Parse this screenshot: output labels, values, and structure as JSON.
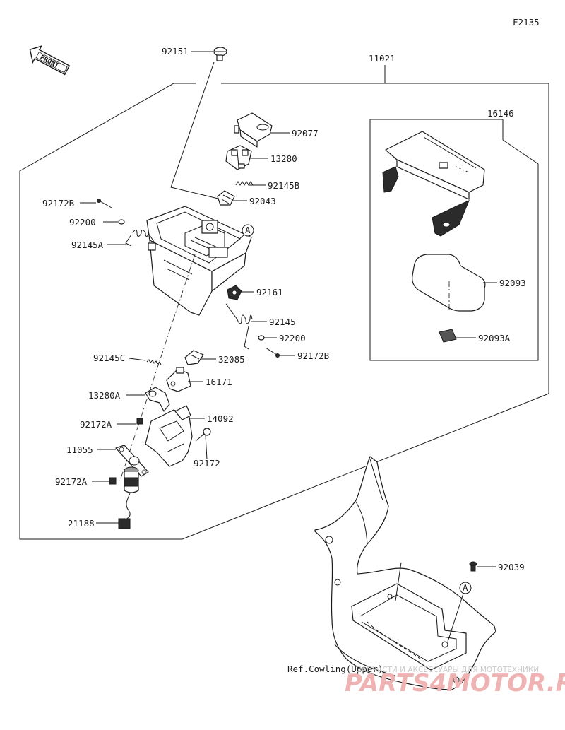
{
  "figure_code": "F2135",
  "front_label": "FRONT",
  "assembly_number": "11021",
  "sub_assembly_number": "16146",
  "reference_note": "Ref.Cowling(Upper)",
  "callout_letter": "A",
  "watermark": {
    "line1": "ЗАПЧАСТИ И АКСЕССУАРЫ ДЛЯ МОТОТЕХНИКИ",
    "line2": "PARTS4MOTOR.RU"
  },
  "labels": {
    "p92151": "92151",
    "p92077": "92077",
    "p13280": "13280",
    "p92145B": "92145B",
    "p92043": "92043",
    "p92172B_top": "92172B",
    "p92200_top": "92200",
    "p92145A": "92145A",
    "p92161": "92161",
    "p92145": "92145",
    "p92200_mid": "92200",
    "p92172B_mid": "92172B",
    "p92145C": "92145C",
    "p32085": "32085",
    "p16171": "16171",
    "p13280A": "13280A",
    "p14092": "14092",
    "p92172A_top": "92172A",
    "p92172": "92172",
    "p11055": "11055",
    "p92172A_bot": "92172A",
    "p21188": "21188",
    "p92093": "92093",
    "p92093A": "92093A",
    "p92039": "92039"
  }
}
